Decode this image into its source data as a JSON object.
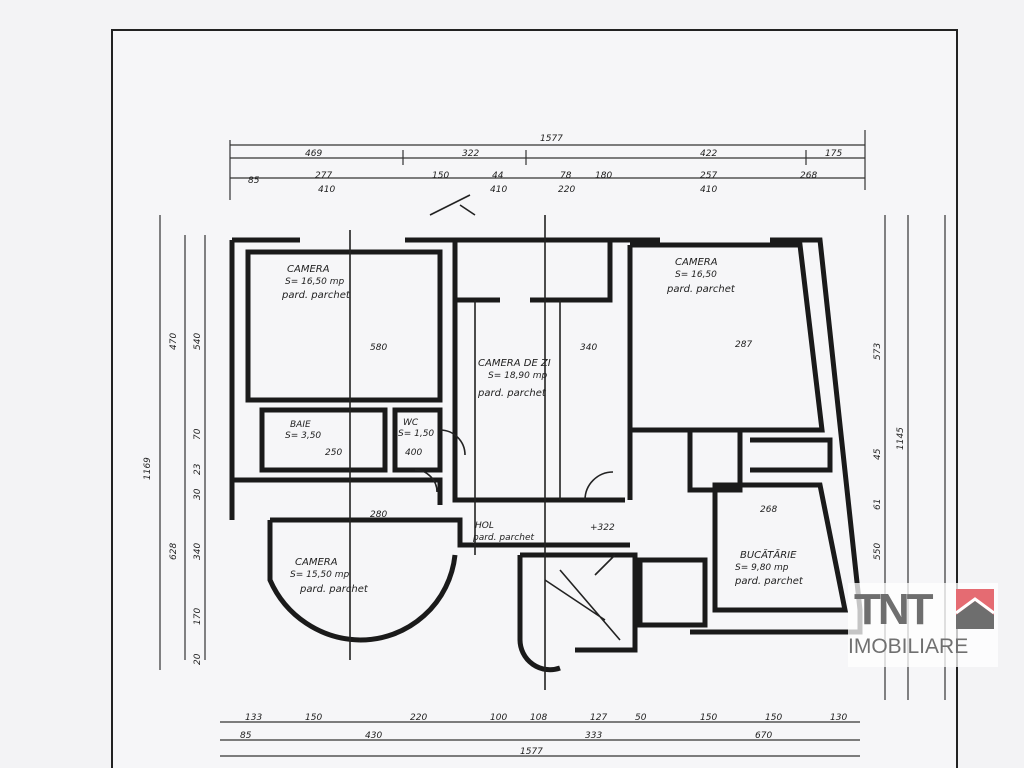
{
  "dimensions": {
    "top_total": "1577",
    "top_row1": [
      "469",
      "322",
      "422",
      "175"
    ],
    "top_row2": [
      "85",
      "277",
      "410",
      "150",
      "44",
      "78",
      "180",
      "257",
      "268"
    ],
    "top_row2_sub": [
      "410",
      "410",
      "220",
      "410"
    ],
    "bottom_row1": [
      "133",
      "150",
      "220",
      "100",
      "108",
      "127",
      "50",
      "150",
      "150",
      "130"
    ],
    "bottom_row2": [
      "85",
      "430",
      "333",
      "670"
    ],
    "bottom_total": "1577",
    "left_total": "1169",
    "left_values": [
      "470",
      "540",
      "70",
      "23",
      "30",
      "628",
      "340",
      "170",
      "20"
    ],
    "right_values": [
      "573",
      "1145",
      "550",
      "45",
      "61"
    ]
  },
  "rooms": [
    {
      "name": "CAMERA",
      "area": "S= 16,50 mp",
      "floor": "pard. parchet"
    },
    {
      "name": "CAMERA DE ZI",
      "area": "S= 18,90 mp",
      "floor": "pard. parchet"
    },
    {
      "name": "CAMERA",
      "area": "S= 16,50",
      "floor": "pard. parchet"
    },
    {
      "name": "BAIE",
      "area": "S= 3,50",
      "floor": ""
    },
    {
      "name": "WC",
      "area": "S= 1,50",
      "floor": ""
    },
    {
      "name": "CAMERA",
      "area": "S= 15,50 mp",
      "floor": "pard. parchet"
    },
    {
      "name": "HOL",
      "area": "",
      "floor": "pard. parchet"
    },
    {
      "name": "BUCĂTĂRIE",
      "area": "S= 9,80 mp",
      "floor": "pard. parchet"
    }
  ],
  "room_dims": [
    "580",
    "287",
    "340",
    "250",
    "400",
    "280",
    "+322",
    "268"
  ],
  "logo": {
    "brand": "TNT",
    "subtitle": "IMOBILIARE",
    "accent": "#e56b72",
    "gray": "#6e6e6e"
  }
}
